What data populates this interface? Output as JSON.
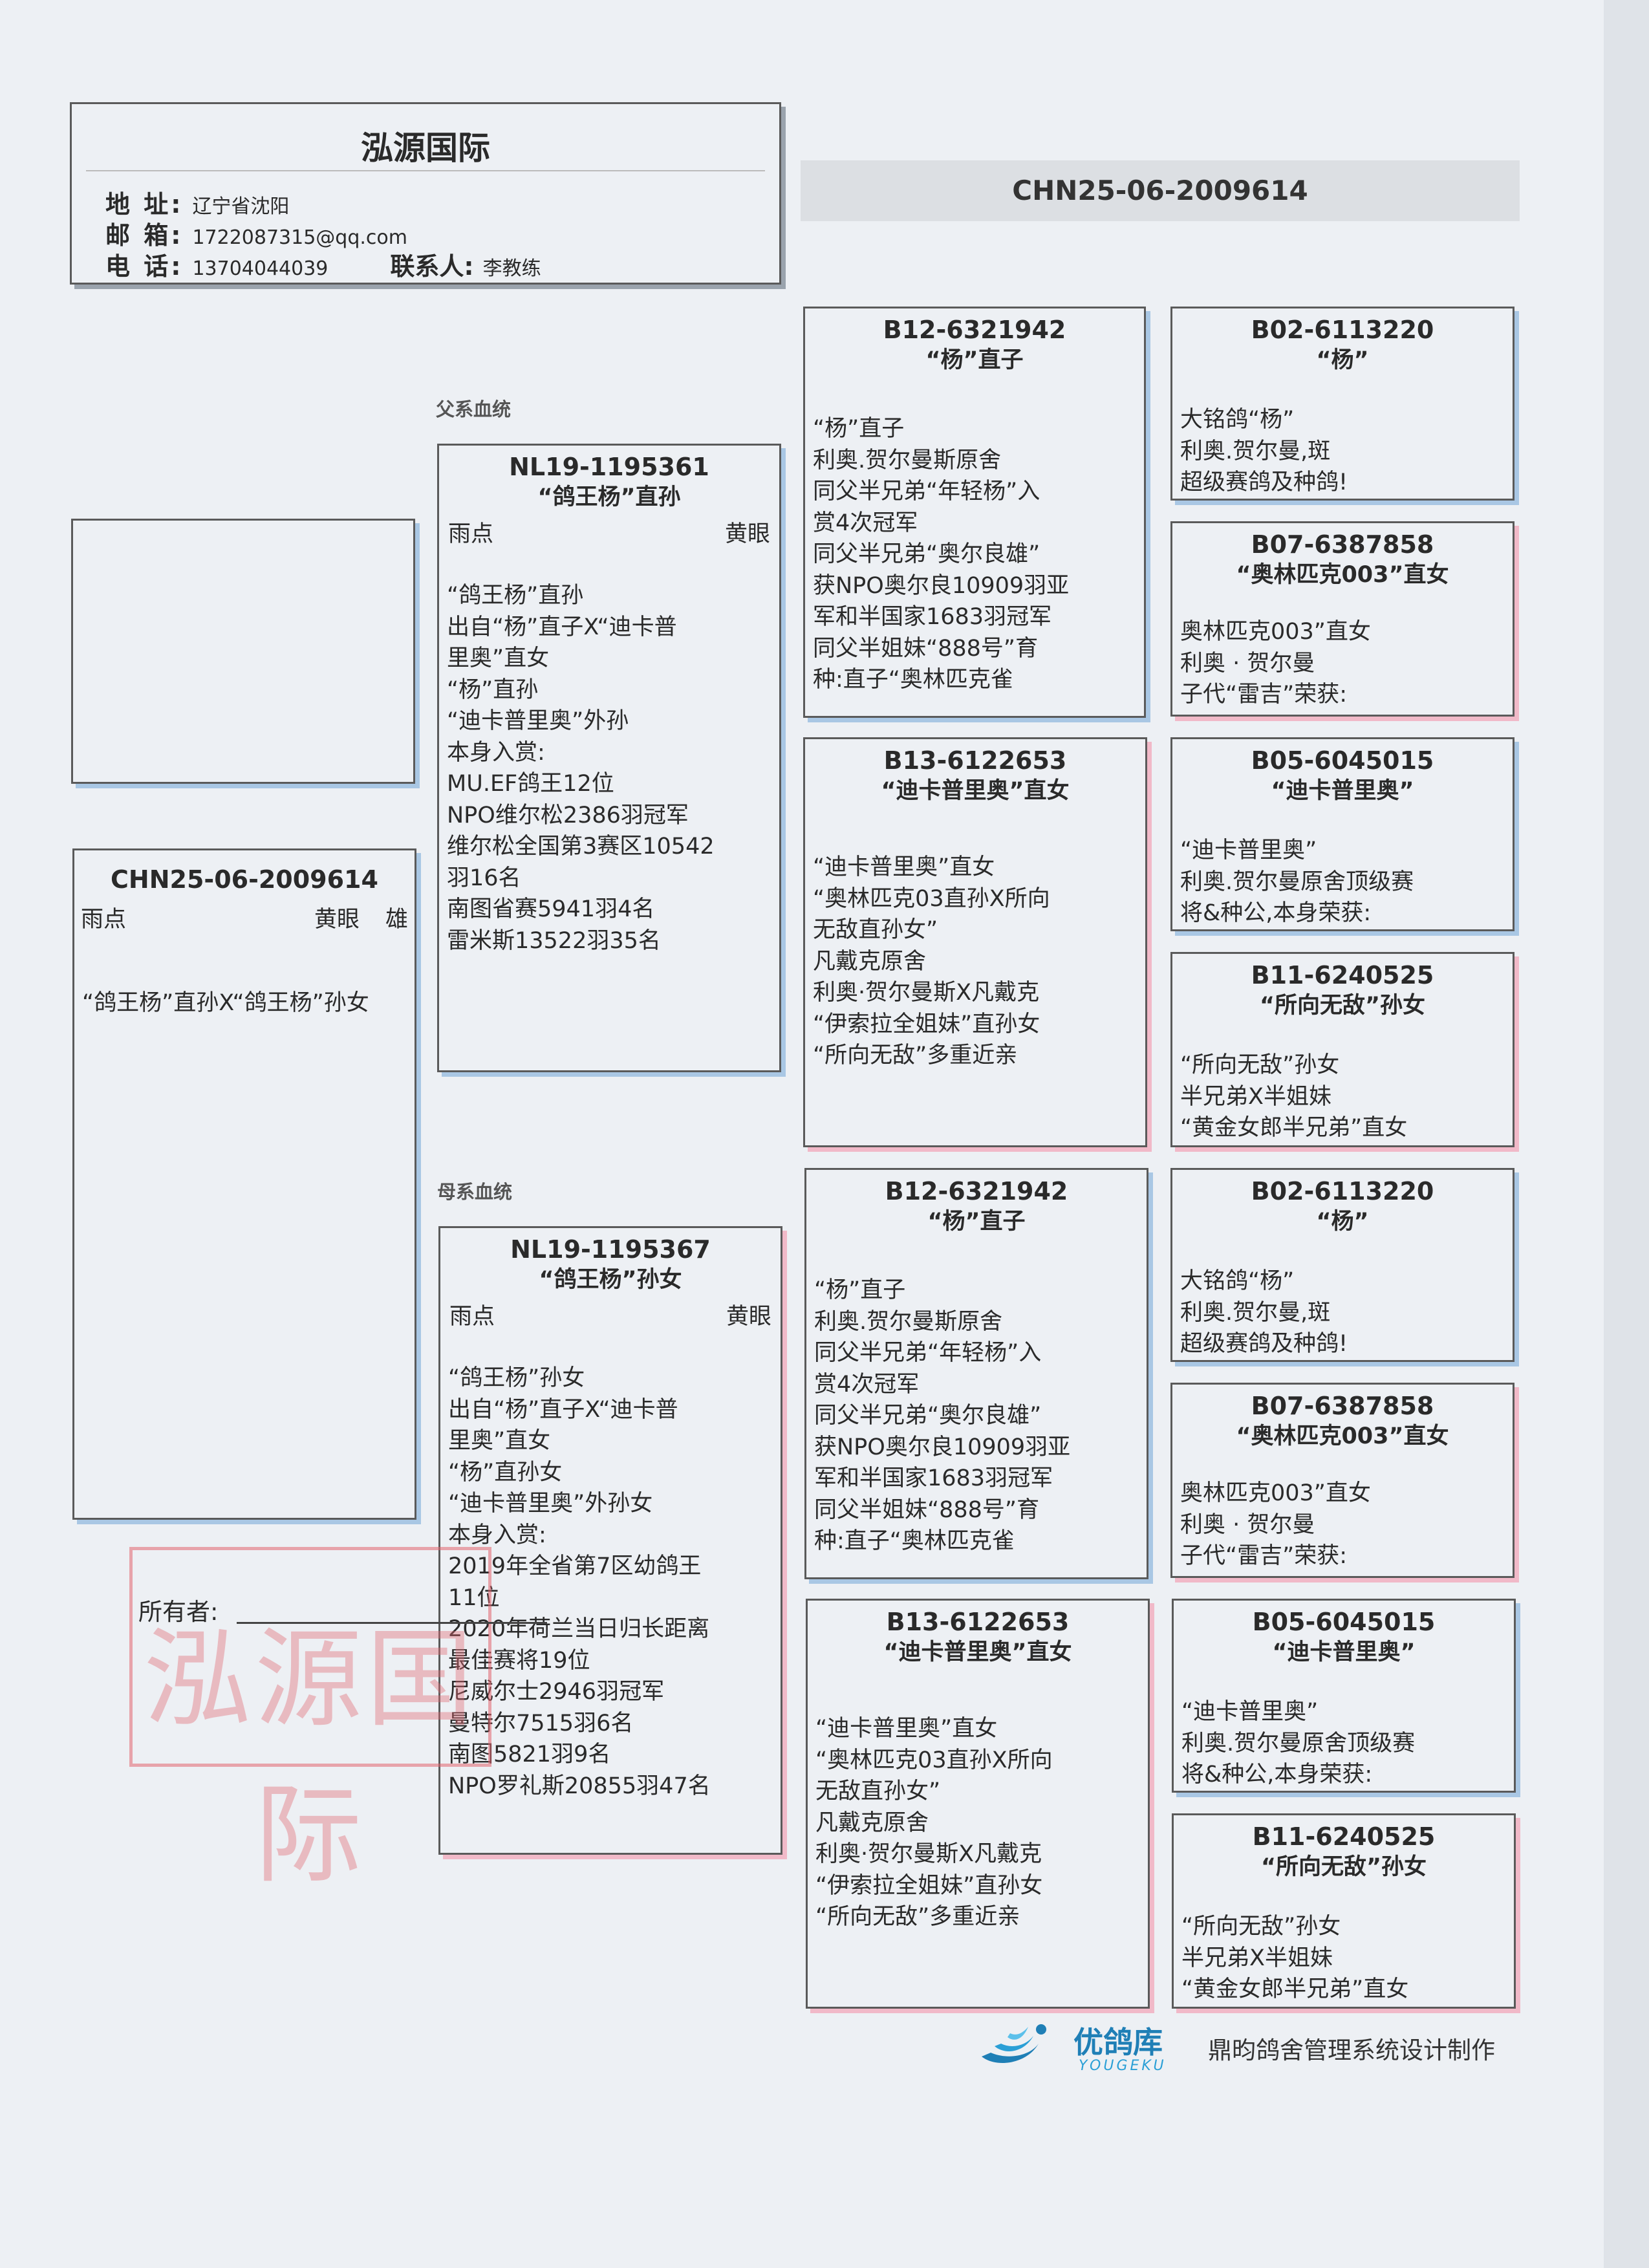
{
  "kennel": {
    "name": "泓源国际",
    "address_label": "地 址:",
    "address": "辽宁省沈阳",
    "email_label": "邮 箱:",
    "email": "1722087315@qq.com",
    "phone_label": "电 话:",
    "phone": "13704044039",
    "contact_label": "联系人:",
    "contact": "李教练"
  },
  "main_ring": "CHN25-06-2009614",
  "subject": {
    "ring": "CHN25-06-2009614",
    "color": "雨点",
    "eye": "黄眼",
    "sex": "雄",
    "notes": "“鸽王杨”直孙X“鸽王杨”孙女"
  },
  "labels": {
    "sire_line": "父系血统",
    "dam_line": "母系血统",
    "owner": "所有者:"
  },
  "sire": {
    "ring": "NL19-1195361",
    "name": "“鸽王杨”直孙",
    "color": "雨点",
    "eye": "黄眼",
    "notes": "“鸽王杨”直孙\n出自“杨”直子X“迪卡普\n里奥”直女\n“杨”直孙\n“迪卡普里奥”外孙\n本身入赏:\nMU.EF鸽王12位\nNPO维尔松2386羽冠军\n维尔松全国第3赛区10542\n羽16名\n南图省赛5941羽4名\n雷米斯13522羽35名"
  },
  "dam": {
    "ring": "NL19-1195367",
    "name": "“鸽王杨”孙女",
    "color": "雨点",
    "eye": "黄眼",
    "notes": "“鸽王杨”孙女\n出自“杨”直子X“迪卡普\n里奥”直女\n“杨”直孙女\n“迪卡普里奥”外孙女\n本身入赏:\n2019年全省第7区幼鸽王\n11位\n2020年荷兰当日归长距离\n最佳赛将19位\n尼威尔士2946羽冠军\n曼特尔7515羽6名\n南图5821羽9名\nNPO罗礼斯20855羽47名"
  },
  "grandparents": {
    "ss": {
      "ring": "B12-6321942",
      "name": "“杨”直子",
      "notes": "“杨”直子\n利奥.贺尔曼斯原舍\n同父半兄弟“年轻杨”入\n赏4次冠军\n同父半兄弟“奥尔良雄”\n获NPO奥尔良10909羽亚\n军和半国家1683羽冠军\n同父半姐妹“888号”育\n种:直子“奥林匹克雀"
    },
    "sd": {
      "ring": "B13-6122653",
      "name": "“迪卡普里奥”直女",
      "notes": "“迪卡普里奥”直女\n“奥林匹克03直孙X所向\n无敌直孙女”\n凡戴克原舍\n利奥·贺尔曼斯X凡戴克\n“伊索拉全姐妹”直孙女\n“所向无敌”多重近亲"
    },
    "ds": {
      "ring": "B12-6321942",
      "name": "“杨”直子",
      "notes": "“杨”直子\n利奥.贺尔曼斯原舍\n同父半兄弟“年轻杨”入\n赏4次冠军\n同父半兄弟“奥尔良雄”\n获NPO奥尔良10909羽亚\n军和半国家1683羽冠军\n同父半姐妹“888号”育\n种:直子“奥林匹克雀"
    },
    "dd": {
      "ring": "B13-6122653",
      "name": "“迪卡普里奥”直女",
      "notes": "“迪卡普里奥”直女\n“奥林匹克03直孙X所向\n无敌直孙女”\n凡戴克原舍\n利奥·贺尔曼斯X凡戴克\n“伊索拉全姐妹”直孙女\n“所向无敌”多重近亲"
    }
  },
  "great_grandparents": {
    "sss": {
      "ring": "B02-6113220",
      "name": "“杨”",
      "notes": "大铭鸽“杨”\n利奥.贺尔曼,斑\n超级赛鸽及种鸽!"
    },
    "ssd": {
      "ring": "B07-6387858",
      "name": "“奥林匹克003”直女",
      "notes": "奥林匹克003”直女\n利奥 · 贺尔曼\n子代“雷吉”荣获:"
    },
    "sds": {
      "ring": "B05-6045015",
      "name": "“迪卡普里奥”",
      "notes": "“迪卡普里奥”\n利奥.贺尔曼原舍顶级赛\n将&种公,本身荣获:"
    },
    "sdd": {
      "ring": "B11-6240525",
      "name": "“所向无敌”孙女",
      "notes": "“所向无敌”孙女\n半兄弟X半姐妹\n“黄金女郎半兄弟”直女"
    },
    "dss": {
      "ring": "B02-6113220",
      "name": "“杨”",
      "notes": "大铭鸽“杨”\n利奥.贺尔曼,斑\n超级赛鸽及种鸽!"
    },
    "dsd": {
      "ring": "B07-6387858",
      "name": "“奥林匹克003”直女",
      "notes": "奥林匹克003”直女\n利奥 · 贺尔曼\n子代“雷吉”荣获:"
    },
    "dds": {
      "ring": "B05-6045015",
      "name": "“迪卡普里奥”",
      "notes": "“迪卡普里奥”\n利奥.贺尔曼原舍顶级赛\n将&种公,本身荣获:"
    },
    "ddd": {
      "ring": "B11-6240525",
      "name": "“所向无敌”孙女",
      "notes": "“所向无敌”孙女\n半兄弟X半姐妹\n“黄金女郎半兄弟”直女"
    }
  },
  "stamp": {
    "text": "泓源国际"
  },
  "footer": {
    "brand": "优鸽库",
    "brand_en": "YOUGEKU",
    "maker": "鼎昀鸽舍管理系统设计制作",
    "colors": {
      "brand_blue": "#1f7fb6",
      "shadow_blue": "#a9c7e4",
      "shadow_pink": "#f1b9c8",
      "stamp_red": "#e1646e"
    }
  }
}
